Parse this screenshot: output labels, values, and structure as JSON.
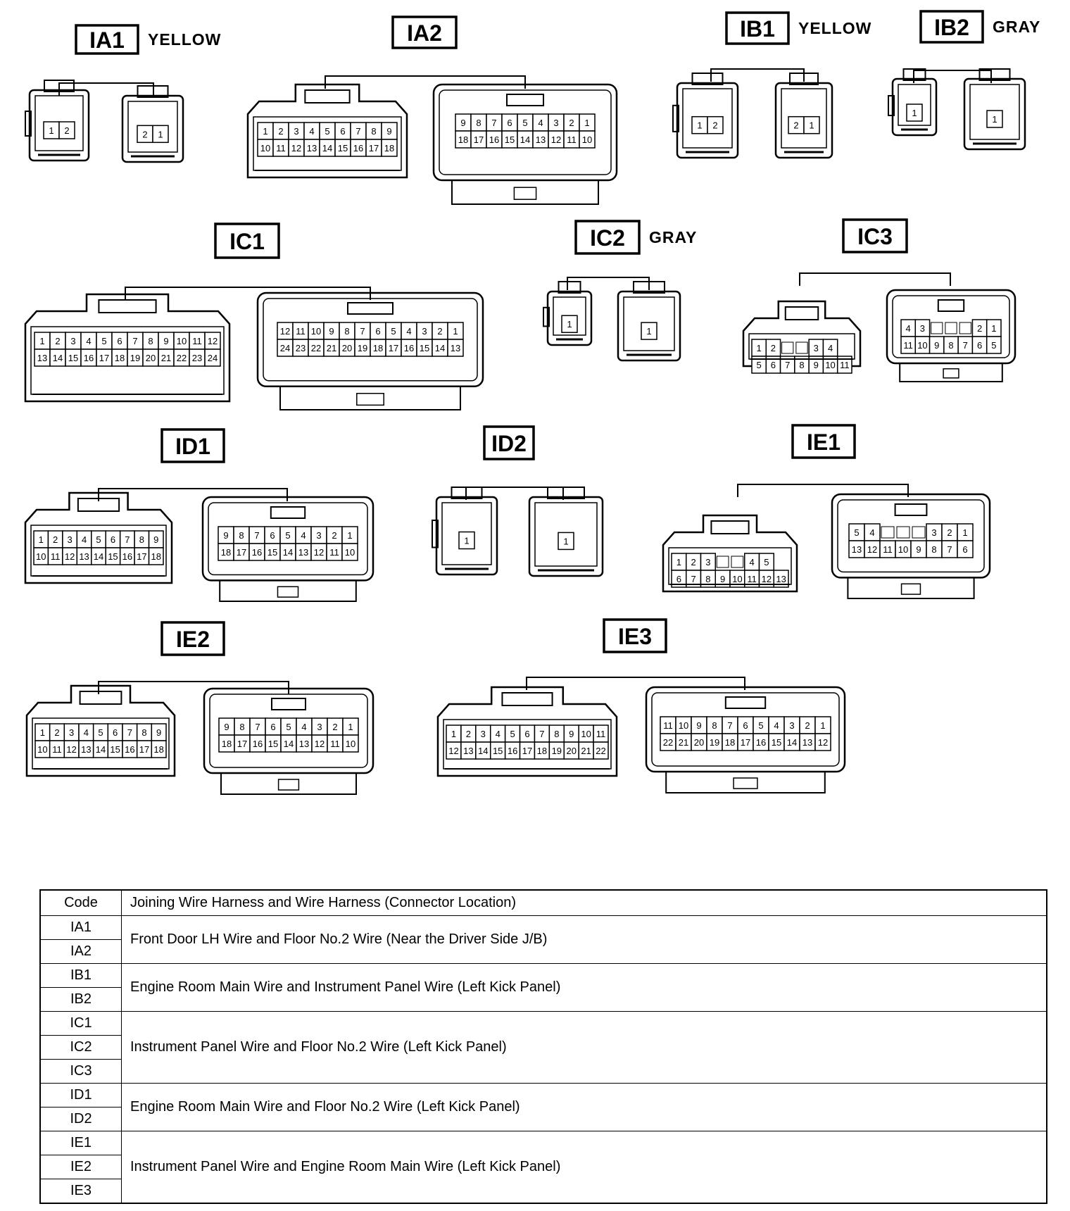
{
  "connectors": [
    {
      "code": "IA1",
      "color": "YELLOW",
      "left_pins": [
        [
          "1",
          "2"
        ]
      ],
      "right_pins": [
        [
          "2",
          "1"
        ]
      ],
      "left_style": "small",
      "right_style": "small"
    },
    {
      "code": "IA2",
      "color": "",
      "left_pins": [
        [
          "1",
          "2",
          "3",
          "4",
          "5",
          "6",
          "7",
          "8",
          "9"
        ],
        [
          "10",
          "11",
          "12",
          "13",
          "14",
          "15",
          "16",
          "17",
          "18"
        ]
      ],
      "right_pins": [
        [
          "9",
          "8",
          "7",
          "6",
          "5",
          "4",
          "3",
          "2",
          "1"
        ],
        [
          "18",
          "17",
          "16",
          "15",
          "14",
          "13",
          "12",
          "11",
          "10"
        ]
      ],
      "left_style": "female",
      "right_style": "male"
    },
    {
      "code": "IB1",
      "color": "YELLOW",
      "left_pins": [
        [
          "1",
          "2"
        ]
      ],
      "right_pins": [
        [
          "2",
          "1"
        ]
      ],
      "left_style": "small",
      "right_style": "small"
    },
    {
      "code": "IB2",
      "color": "GRAY",
      "left_pins": [
        [
          "1"
        ]
      ],
      "right_pins": [
        [
          "1"
        ]
      ],
      "left_style": "small",
      "right_style": "small"
    },
    {
      "code": "IC1",
      "color": "",
      "left_pins": [
        [
          "1",
          "2",
          "3",
          "4",
          "5",
          "6",
          "7",
          "8",
          "9",
          "10",
          "11",
          "12"
        ],
        [
          "13",
          "14",
          "15",
          "16",
          "17",
          "18",
          "19",
          "20",
          "21",
          "22",
          "23",
          "24"
        ]
      ],
      "right_pins": [
        [
          "12",
          "11",
          "10",
          "9",
          "8",
          "7",
          "6",
          "5",
          "4",
          "3",
          "2",
          "1"
        ],
        [
          "24",
          "23",
          "22",
          "21",
          "20",
          "19",
          "18",
          "17",
          "16",
          "15",
          "14",
          "13"
        ]
      ],
      "left_style": "female",
      "right_style": "male"
    },
    {
      "code": "IC2",
      "color": "GRAY",
      "left_pins": [
        [
          "1"
        ]
      ],
      "right_pins": [
        [
          "1"
        ]
      ],
      "left_style": "small",
      "right_style": "small"
    },
    {
      "code": "IC3",
      "color": "",
      "left_pins": [
        [
          "1",
          "2",
          "",
          "",
          "3",
          "4"
        ],
        [
          "5",
          "6",
          "7",
          "8",
          "9",
          "10",
          "11"
        ]
      ],
      "right_pins": [
        [
          "4",
          "3",
          "",
          "",
          "",
          "2",
          "1"
        ],
        [
          "11",
          "10",
          "9",
          "8",
          "7",
          "6",
          "5"
        ]
      ],
      "left_style": "female",
      "right_style": "male"
    },
    {
      "code": "ID1",
      "color": "",
      "left_pins": [
        [
          "1",
          "2",
          "3",
          "4",
          "5",
          "6",
          "7",
          "8",
          "9"
        ],
        [
          "10",
          "11",
          "12",
          "13",
          "14",
          "15",
          "16",
          "17",
          "18"
        ]
      ],
      "right_pins": [
        [
          "9",
          "8",
          "7",
          "6",
          "5",
          "4",
          "3",
          "2",
          "1"
        ],
        [
          "18",
          "17",
          "16",
          "15",
          "14",
          "13",
          "12",
          "11",
          "10"
        ]
      ],
      "left_style": "female",
      "right_style": "male"
    },
    {
      "code": "ID2",
      "color": "",
      "left_pins": [
        [
          "1"
        ]
      ],
      "right_pins": [
        [
          "1"
        ]
      ],
      "left_style": "small",
      "right_style": "small"
    },
    {
      "code": "IE1",
      "color": "",
      "left_pins": [
        [
          "1",
          "2",
          "3",
          "",
          "",
          "4",
          "5"
        ],
        [
          "6",
          "7",
          "8",
          "9",
          "10",
          "11",
          "12",
          "13"
        ]
      ],
      "right_pins": [
        [
          "5",
          "4",
          "",
          "",
          "",
          "3",
          "2",
          "1"
        ],
        [
          "13",
          "12",
          "11",
          "10",
          "9",
          "8",
          "7",
          "6"
        ]
      ],
      "left_style": "female",
      "right_style": "male"
    },
    {
      "code": "IE2",
      "color": "",
      "left_pins": [
        [
          "1",
          "2",
          "3",
          "4",
          "5",
          "6",
          "7",
          "8",
          "9"
        ],
        [
          "10",
          "11",
          "12",
          "13",
          "14",
          "15",
          "16",
          "17",
          "18"
        ]
      ],
      "right_pins": [
        [
          "9",
          "8",
          "7",
          "6",
          "5",
          "4",
          "3",
          "2",
          "1"
        ],
        [
          "18",
          "17",
          "16",
          "15",
          "14",
          "13",
          "12",
          "11",
          "10"
        ]
      ],
      "left_style": "female",
      "right_style": "male"
    },
    {
      "code": "IE3",
      "color": "",
      "left_pins": [
        [
          "1",
          "2",
          "3",
          "4",
          "5",
          "6",
          "7",
          "8",
          "9",
          "10",
          "11"
        ],
        [
          "12",
          "13",
          "14",
          "15",
          "16",
          "17",
          "18",
          "19",
          "20",
          "21",
          "22"
        ]
      ],
      "right_pins": [
        [
          "11",
          "10",
          "9",
          "8",
          "7",
          "6",
          "5",
          "4",
          "3",
          "2",
          "1"
        ],
        [
          "22",
          "21",
          "20",
          "19",
          "18",
          "17",
          "16",
          "15",
          "14",
          "13",
          "12"
        ]
      ],
      "left_style": "female",
      "right_style": "male"
    }
  ],
  "legend": {
    "header_code": "Code",
    "header_desc": "Joining Wire Harness and Wire Harness (Connector Location)",
    "groups": [
      {
        "codes": [
          "IA1",
          "IA2"
        ],
        "desc": "Front Door LH Wire and Floor No.2 Wire (Near the Driver Side J/B)"
      },
      {
        "codes": [
          "IB1",
          "IB2"
        ],
        "desc": "Engine Room Main Wire and Instrument Panel Wire (Left Kick Panel)"
      },
      {
        "codes": [
          "IC1",
          "IC2",
          "IC3"
        ],
        "desc": "Instrument Panel Wire and Floor No.2 Wire (Left Kick Panel)"
      },
      {
        "codes": [
          "ID1",
          "ID2"
        ],
        "desc": "Engine Room Main Wire and Floor No.2 Wire (Left Kick Panel)"
      },
      {
        "codes": [
          "IE1",
          "IE2",
          "IE3"
        ],
        "desc": "Instrument Panel Wire and Engine Room Main Wire (Left Kick Panel)"
      }
    ]
  }
}
